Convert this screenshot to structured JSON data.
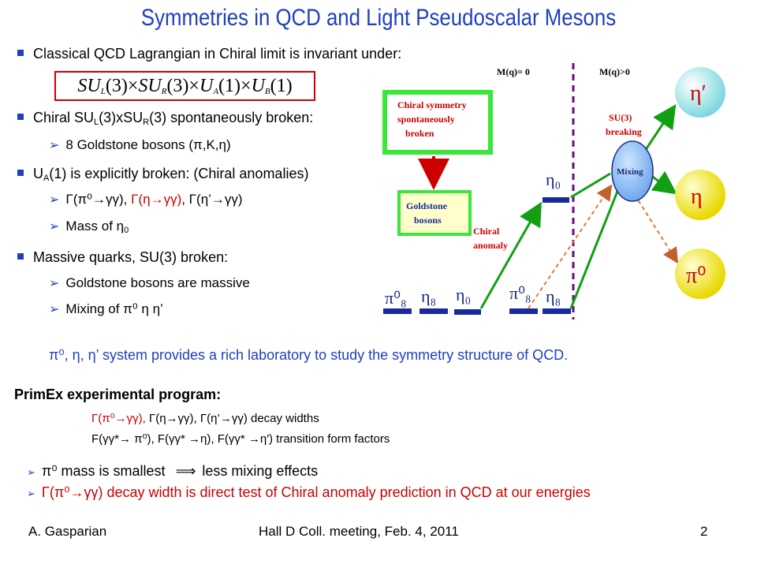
{
  "title": "Symmetries in QCD and Light Pseudoscalar Mesons",
  "bullets": {
    "b1": "Classical QCD Lagrangian in Chiral limit is invariant under:",
    "equation": "SU_L(3)×SU_R(3)×U_A(1)×U_B(1)",
    "b2_a": "Chiral SU",
    "b2_l": "L",
    "b2_b": "(3)xSU",
    "b2_r": "R",
    "b2_c": "(3) spontaneously broken:",
    "b2_sub": "8 Goldstone bosons (π,K,η)",
    "b3_a": "U",
    "b3_s": "A",
    "b3_b": "(1) is explicitly broken: (Chiral anomalies)",
    "b3_sub1_a": "Γ(π⁰→γγ), ",
    "b3_sub1_b": "Γ(η→γγ)",
    "b3_sub1_c": ", Γ(η’→γγ)",
    "b3_sub2_a": "Mass of η",
    "b3_sub2_s": "0",
    "b4": "Massive quarks, SU(3) broken:",
    "b4_sub1": "Goldstone bosons are massive",
    "b4_sub2": "Mixing of π⁰ η η’"
  },
  "diagram": {
    "mq0": "M(q)= 0",
    "mq_gt": "M(q)>0",
    "chiral_box_l1": "Chiral symmetry",
    "chiral_box_l2": "spontaneously",
    "chiral_box_l3": "broken",
    "goldstone_l1": "Goldstone",
    "goldstone_l2": "bosons",
    "chiral_anomaly_l1": "Chiral",
    "chiral_anomaly_l2": "anomaly",
    "su3_l1": "SU(3)",
    "su3_l2": "breaking",
    "mixing": "Mixing",
    "pi8_bottom": "π⁰₈",
    "eta8_bottom": "η₈",
    "eta0_bottom": "η₀",
    "pi8_right": "π⁰₈",
    "eta8_right": "η₈",
    "eta0_up": "η₀",
    "etaprime_ball": "η′",
    "eta_ball": "η",
    "pi0_ball": "π⁰",
    "colors": {
      "green": "#12a012",
      "navy": "#1a2a7a",
      "red": "#cc0000",
      "purple": "#6a0d7a",
      "orange": "#e07a3a"
    }
  },
  "summary": "π⁰, η, η’ system provides a rich laboratory to study the symmetry structure of QCD.",
  "primex": {
    "heading": "PrimEx experimental program:",
    "line1_red": "Γ(π⁰→γγ), ",
    "line1_rest": "Γ(η→γγ), Γ(η’→γγ) decay widths",
    "line2": "F(γγ*→ π⁰), F(γγ* →η), F(γγ* →η′) transition form factors"
  },
  "points": {
    "p1_a": "π⁰ mass is smallest",
    "p1_arrow": "⟹",
    "p1_b": "less mixing effects",
    "p2": "Γ(π⁰→γγ) decay width is direct test of Chiral anomaly prediction in QCD at our energies"
  },
  "footer": {
    "author": "A. Gasparian",
    "meeting": "Hall D Coll. meeting, Feb. 4, 2011",
    "page": "2"
  }
}
